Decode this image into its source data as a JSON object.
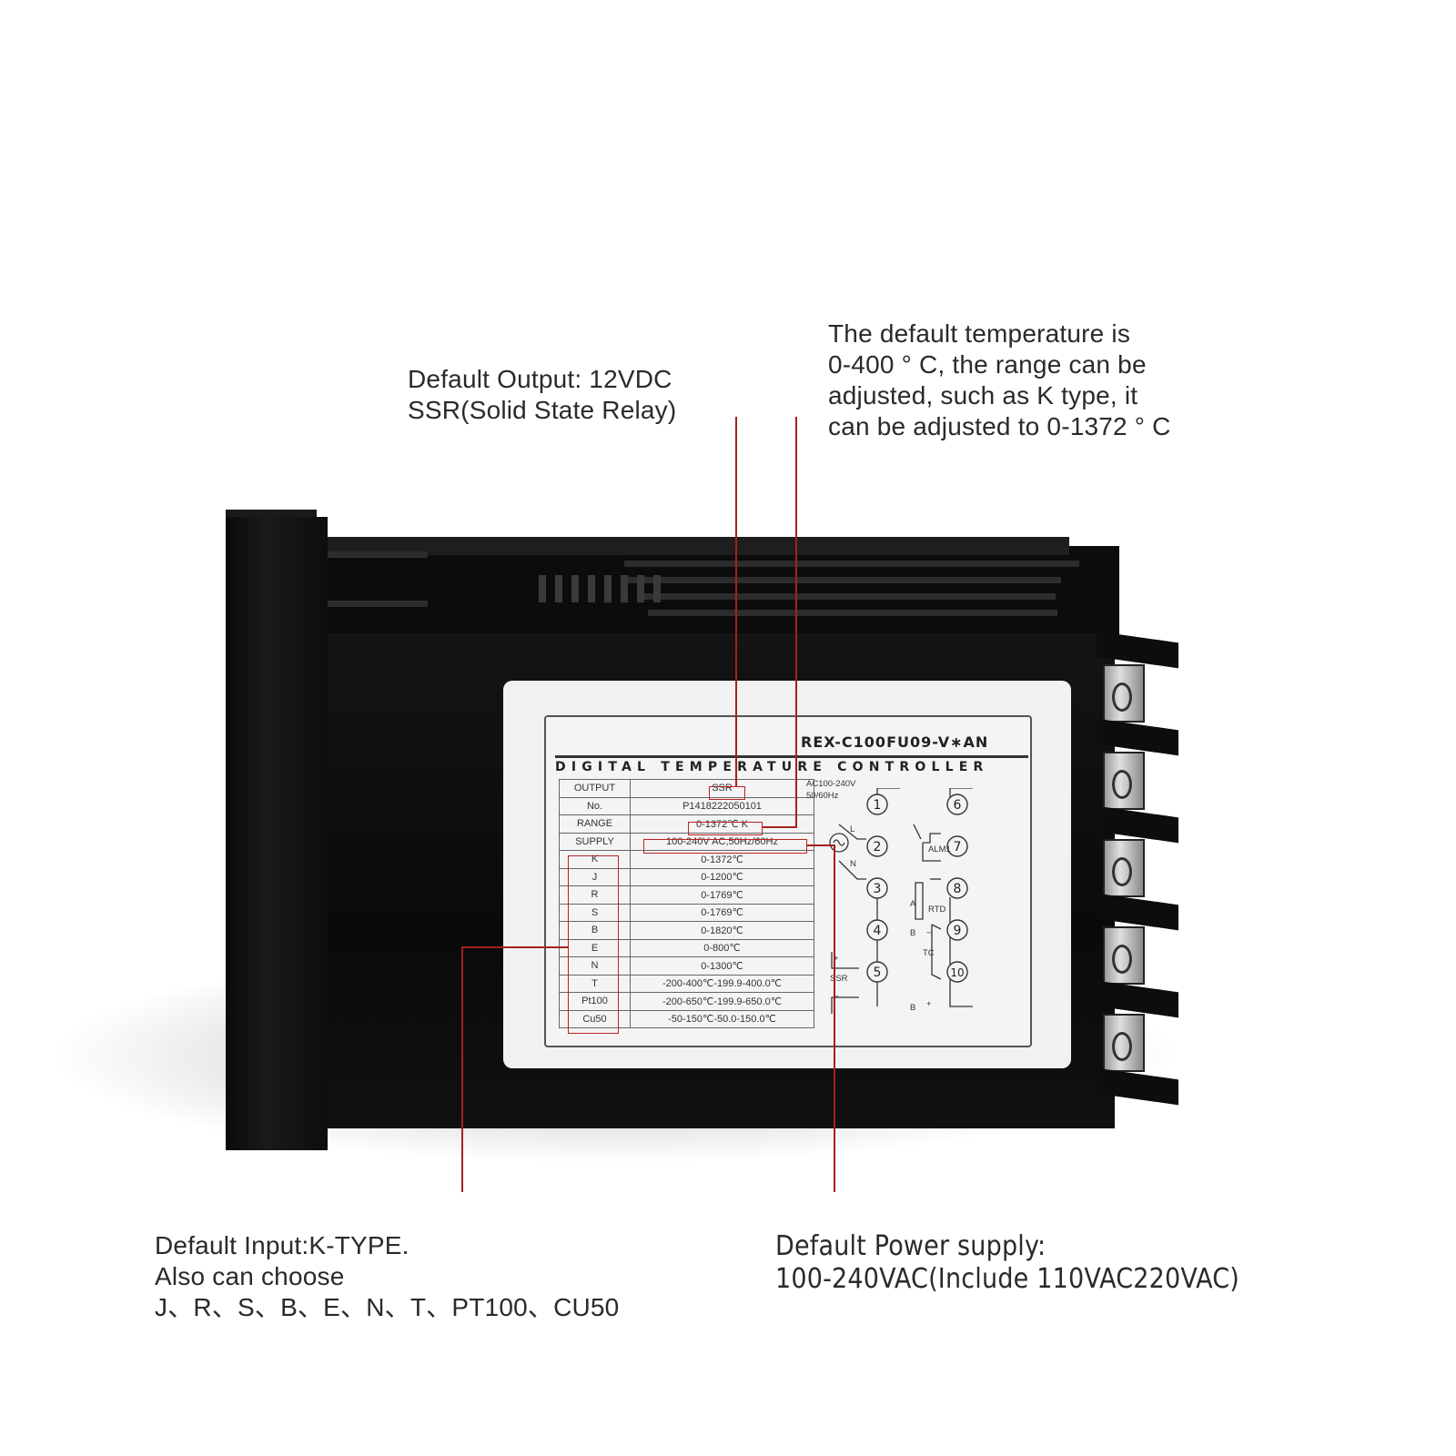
{
  "callouts": {
    "temperature": [
      "The default temperature is",
      "0-400 ° C, the range can be",
      "adjusted, such as K type, it",
      "can be adjusted to 0-1372 ° C"
    ],
    "output": [
      "Default Output: 12VDC",
      "SSR(Solid State Relay)"
    ],
    "input": [
      "Default Input:K-TYPE.",
      "Also can choose",
      "J、R、S、B、E、N、T、PT100、CU50"
    ],
    "power": [
      "Default Power supply:",
      "100-240VAC(Include 110VAC220VAC)"
    ]
  },
  "label": {
    "model": "REX-C100FU09-V∗AN",
    "title": "DIGITAL TEMPERATURE CONTROLLER",
    "spec_rows": [
      {
        "key": "OUTPUT",
        "value": "SSR"
      },
      {
        "key": "No.",
        "value": "P1418222050101"
      },
      {
        "key": "RANGE",
        "value": "0-1372℃ K"
      },
      {
        "key": "SUPPLY",
        "value": "100-240V AC,50Hz/60Hz"
      },
      {
        "key": "K",
        "value": "0-1372℃"
      },
      {
        "key": "J",
        "value": "0-1200℃"
      },
      {
        "key": "R",
        "value": "0-1769℃"
      },
      {
        "key": "S",
        "value": "0-1769℃"
      },
      {
        "key": "B",
        "value": "0-1820℃"
      },
      {
        "key": "E",
        "value": "0-800℃"
      },
      {
        "key": "N",
        "value": "0-1300℃"
      },
      {
        "key": "T",
        "value": "-200-400℃-199.9-400.0℃"
      },
      {
        "key": "Pt100",
        "value": "-200-650℃-199.9-650.0℃"
      },
      {
        "key": "Cu50",
        "value": "-50-150℃-50.0-150.0℃"
      }
    ],
    "wiring": {
      "supply_label": "AC100-240V",
      "freq_label": "50/60Hz",
      "line": "L",
      "neutral": "N",
      "alarm": "ALM1",
      "rtd": "RTD",
      "tc": "TC",
      "ssr": "SSR",
      "plus": "+",
      "minus": "−",
      "a": "A",
      "b": "B",
      "terminals": [
        "1",
        "2",
        "3",
        "4",
        "5",
        "6",
        "7",
        "8",
        "9",
        "10"
      ]
    }
  }
}
